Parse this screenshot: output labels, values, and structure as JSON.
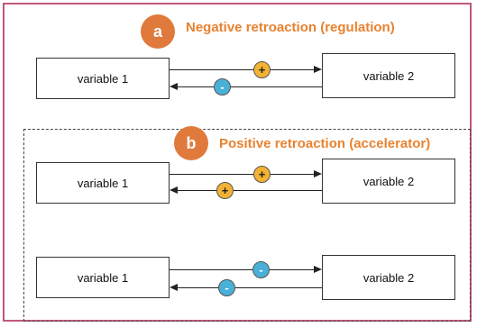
{
  "colors": {
    "frame": "#c0587a",
    "badge": "#e07a3c",
    "heading": "#e8822f",
    "positive": "#f2b233",
    "negative": "#49b0d8"
  },
  "section_a": {
    "badge": "a",
    "title": "Negative retroaction (regulation)",
    "left_box": "variable 1",
    "right_box": "variable 2",
    "forward_sign": "+",
    "back_sign": "-"
  },
  "section_b": {
    "badge": "b",
    "title": "Positive retroaction (accelerator)",
    "row1": {
      "left_box": "variable 1",
      "right_box": "variable 2",
      "forward_sign": "+",
      "back_sign": "+"
    },
    "row2": {
      "left_box": "variable 1",
      "right_box": "variable 2",
      "forward_sign": "-",
      "back_sign": "-"
    }
  }
}
